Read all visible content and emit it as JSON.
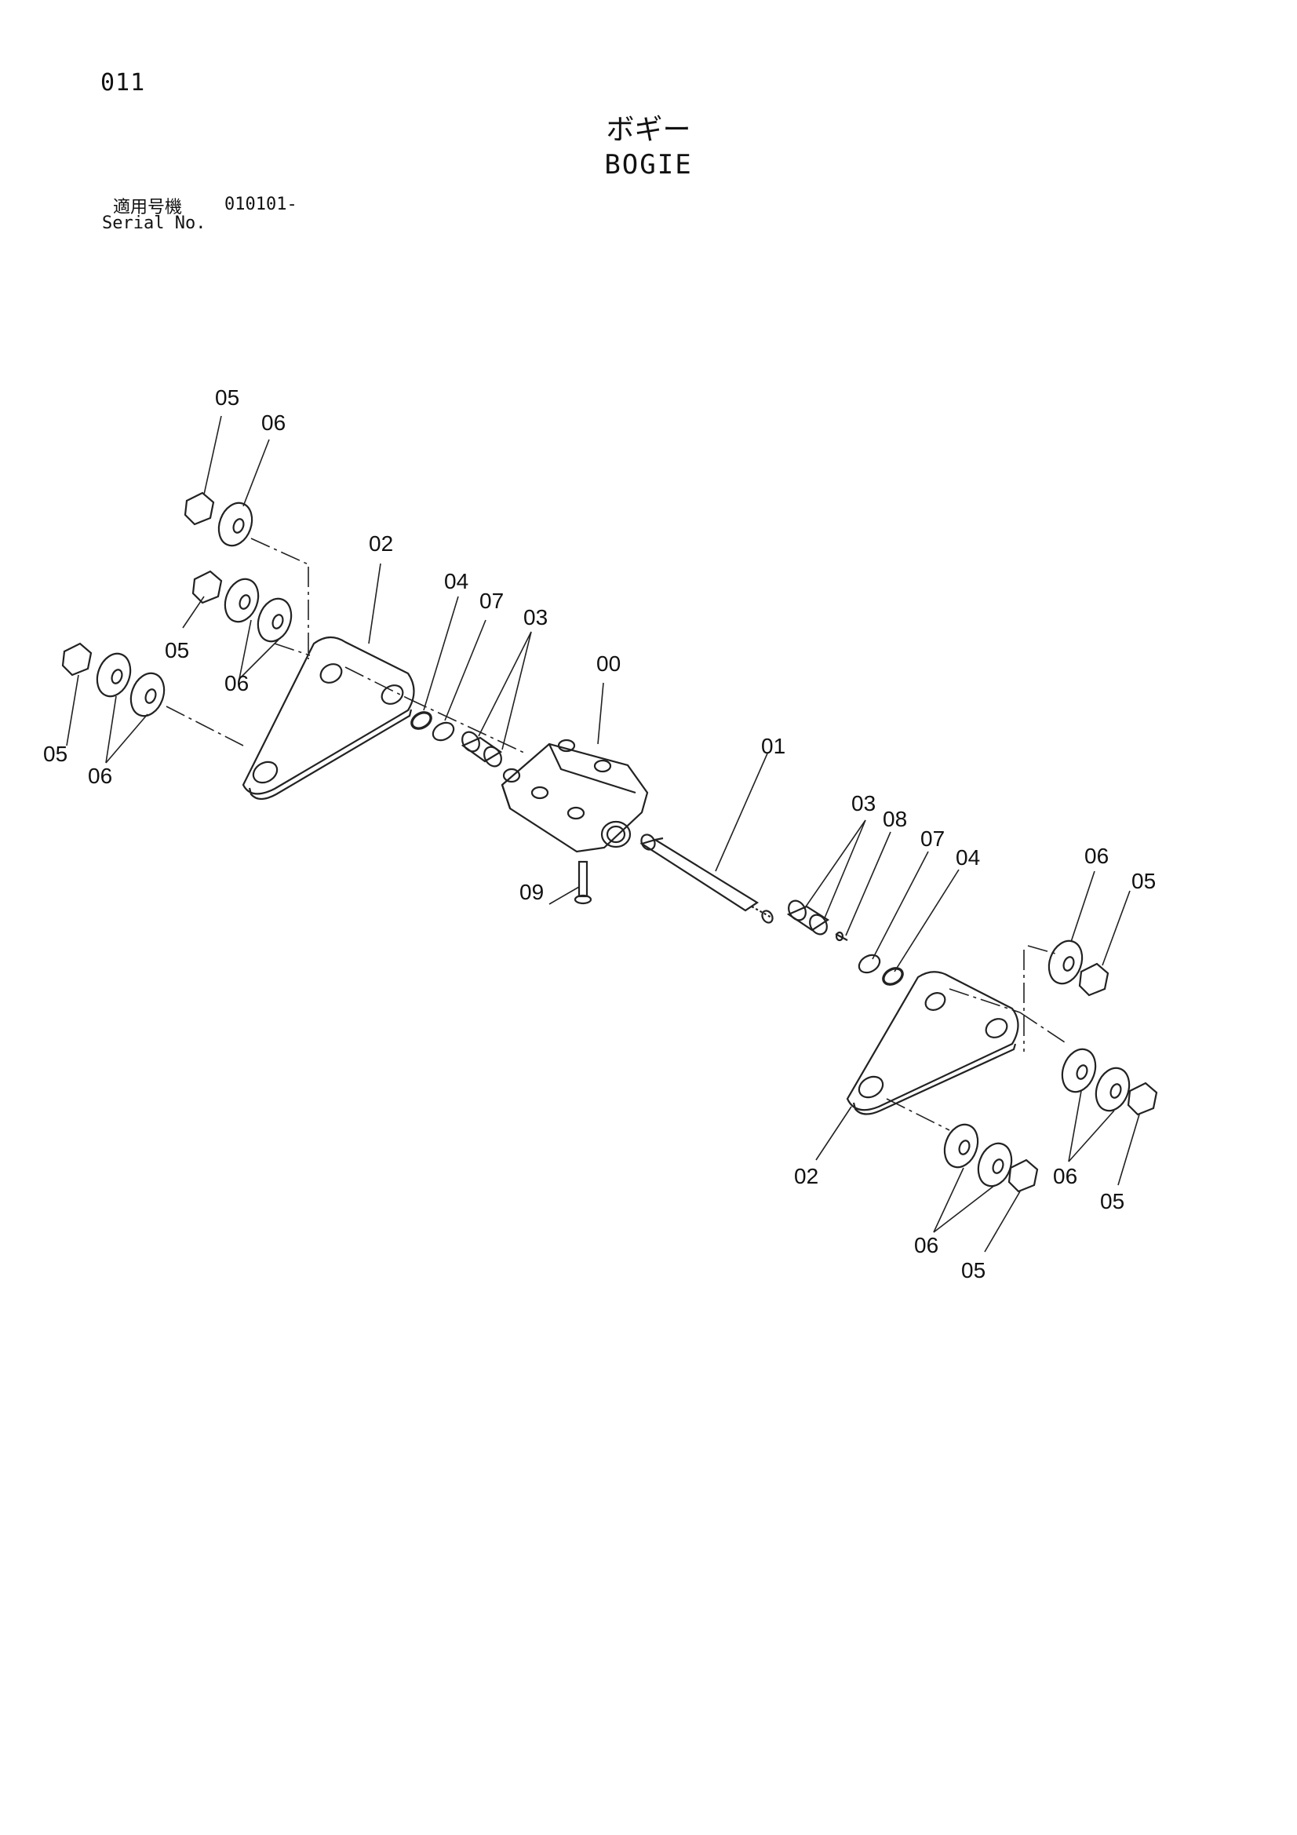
{
  "page_number": "011",
  "title_jp": "ボギー",
  "title_en": "BOGIE",
  "serial": {
    "label_jp": "適用号機",
    "value": "010101-",
    "label_en": "Serial No."
  },
  "callouts": {
    "c00": "00",
    "c01": "01",
    "c02a": "02",
    "c02b": "02",
    "c03a": "03",
    "c03b": "03",
    "c04a": "04",
    "c04b": "04",
    "c05a": "05",
    "c05b": "05",
    "c05c": "05",
    "c05d": "05",
    "c05e": "05",
    "c05f": "05",
    "c06a": "06",
    "c06b": "06",
    "c06c": "06",
    "c06d": "06",
    "c06e": "06",
    "c06f": "06",
    "c07a": "07",
    "c07b": "07",
    "c08": "08",
    "c09": "09"
  }
}
